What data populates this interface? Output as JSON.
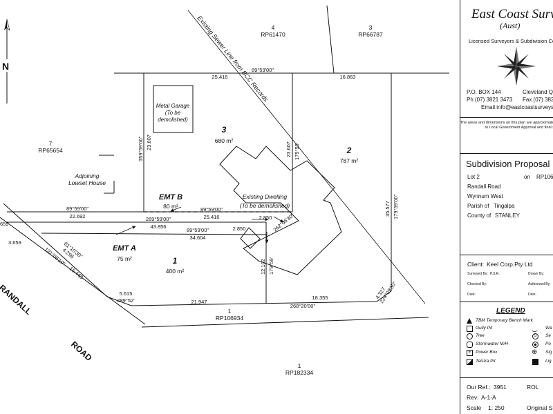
{
  "surveyor": {
    "name": "East Coast Surveyors",
    "sub": "(Aust)",
    "tagline": "Licensed Surveyors & Subdivision Consultants",
    "po_box": "P.O. BOX 144",
    "city": "Cleveland Q",
    "phone": "Ph (07) 3821 3473",
    "fax": "Fax (07) 382",
    "email": "Email info@eastcoastsurveys.co"
  },
  "disclaimer": "The areas and dimensions on this plan are approximate only and are subject to Local Government Approval and final survey.",
  "proposal": {
    "title": "Subdivision Proposal",
    "lot": "Lot 2",
    "on": "on",
    "plan": "RP106",
    "road": "Randall Road",
    "suburb": "Wynnum West",
    "parish_label": "Parish of",
    "parish": "Tingalpa",
    "county_label": "County of",
    "county": "STANLEY"
  },
  "client": {
    "label": "Client:",
    "name": "Keel Corp.Pty Ltd",
    "surveyed_by_label": "Surveyed By:",
    "surveyed_by": "P.S.R.",
    "drawn_by_label": "Drawn By:",
    "checked_by_label": "Checked By:",
    "authorized_by_label": "Authorized By:",
    "date_label": "Date:"
  },
  "legend": {
    "title": "LEGEND",
    "items_left": [
      {
        "icon": "triangle-icon",
        "label": "TBM Temporary Bench Mark"
      },
      {
        "icon": "square-outline-icon",
        "label": "Gully Pit"
      },
      {
        "icon": "tree-icon",
        "label": "Tree"
      },
      {
        "icon": "octagon-icon",
        "label": "Stormwater M/H"
      },
      {
        "icon": "e-box-icon",
        "label": "Power Box"
      },
      {
        "icon": "telstra-icon",
        "label": "Telstra Pit"
      }
    ],
    "items_right": [
      {
        "icon": "water-meter-icon",
        "label": "Wa"
      },
      {
        "icon": "sewer-icon",
        "label": "Se"
      },
      {
        "icon": "power-pole-icon",
        "label": "Po"
      },
      {
        "icon": "sign-icon",
        "label": "Sig"
      },
      {
        "icon": "light-icon",
        "label": "Lig"
      }
    ]
  },
  "footer": {
    "our_ref_label": "Our Ref.:",
    "our_ref": "3951",
    "rol": "ROL",
    "rev_label": "Rev:",
    "rev": "A-1-A",
    "scale_label": "Scale",
    "scale": "1: 250",
    "original": "Original Si"
  },
  "plan": {
    "north": "N",
    "sewer_note": "Existing Sewer Line from BCC Records",
    "neighbours": {
      "lot4": "4",
      "lot4_rp": "RP61470",
      "lot3": "3",
      "lot3_rp": "RP66787",
      "lot7": "7",
      "lot7_rp": "RP65654",
      "lot1_south": "1",
      "lot1_south_rp": "RP106934",
      "lot1_road": "1",
      "lot1_road_rp": "RP182334"
    },
    "road_a": "RANDALL",
    "road_b": "ROAD",
    "adjoining": "Adjoining",
    "lowset": "Lowset House",
    "garage_1": "Metal Garage",
    "garage_2": "(To be",
    "garage_3": "demolished)",
    "dwelling_1": "Existing Dwelling",
    "dwelling_2": "(To be demolished)",
    "lots": {
      "l1": "1",
      "l1_area": "400 m²",
      "l2": "2",
      "l2_area": "787 m²",
      "l3": "3",
      "l3_area": "680 m²"
    },
    "emt_a": "EMT A",
    "emt_a_area": "75 m²",
    "emt_b": "EMT B",
    "emt_b_area": "80 m²",
    "dims": {
      "top_bearing": "89°59'00\"",
      "top_left": "25.416",
      "top_right": "16.863",
      "lot3_west_bearing": "359°59'00\"",
      "lot3_west_len": "23.607",
      "lot3_east_len": "23.607",
      "lot3_east_bearing": "179°59'",
      "right_len": "35.577",
      "right_bearing": "179°59'00\"",
      "emtb_bearing": "89°59'00\"",
      "emtb_len": "25.416",
      "left_bearing": "89°59'00\"",
      "left_len": "22.692",
      "bearing_269": "269°59'00\"",
      "len_43856": "43.856",
      "bearing_89b": "89°59'00\"",
      "len_34604": "34.604",
      "len_2850a": "2.850",
      "len_2850b": "2.850",
      "bearing_262": "262°06'30\"",
      "len_12102": "12.102",
      "bearing_179b": "179°59'",
      "edge_659": "659",
      "len_3659": "3.659",
      "bearing_81": "81°10'30\"",
      "len_4296": "4.296",
      "bearing_131": "131°08'10\"",
      "len_15448": "15.448",
      "len_5615": "5.615",
      "bearing_289": "289°52'",
      "len_21947": "21.947",
      "len_18355": "18.355",
      "bearing_268": "268°20'00\"",
      "len_4327": "4.327",
      "bearing_224": "224°09'30\""
    }
  }
}
